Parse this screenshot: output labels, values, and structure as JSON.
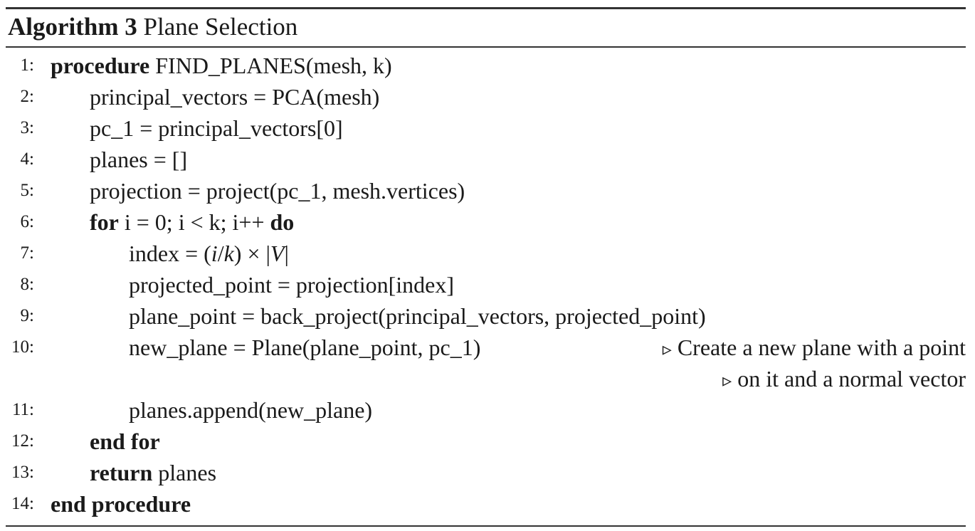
{
  "caption": {
    "label": "Algorithm 3",
    "title": "Plane Selection"
  },
  "lines": [
    {
      "num": "1:",
      "kw1": "procedure",
      "text": " FIND_PLANES(mesh, k)"
    },
    {
      "num": "2:",
      "text": "principal_vectors = PCA(mesh)"
    },
    {
      "num": "3:",
      "text": "pc_1 = principal_vectors[0]"
    },
    {
      "num": "4:",
      "text": "planes = []"
    },
    {
      "num": "5:",
      "text": "projection = project(pc_1, mesh.vertices)"
    },
    {
      "num": "6:",
      "kw1": "for",
      "text": " i = 0; i < k; i++ ",
      "kw2": "do"
    },
    {
      "num": "7:",
      "text_a": "index = (",
      "math_a": "i",
      "text_b": "/",
      "math_b": "k",
      "text_c": ") × |",
      "math_c": "V",
      "text_d": "|"
    },
    {
      "num": "8:",
      "text": "projected_point = projection[index]"
    },
    {
      "num": "9:",
      "text": "plane_point = back_project(principal_vectors, projected_point)"
    },
    {
      "num": "10:",
      "text": "new_plane = Plane(plane_point, pc_1)",
      "comment": "Create a new plane with a point",
      "comment2": "on it and a normal vector"
    },
    {
      "num": "11:",
      "text": "planes.append(new_plane)"
    },
    {
      "num": "12:",
      "kw1": "end for"
    },
    {
      "num": "13:",
      "kw1": "return",
      "text": " planes"
    },
    {
      "num": "14:",
      "kw1": "end procedure"
    }
  ],
  "icons": {
    "comment_marker": "triangle-right-outline-icon",
    "comment_glyph": "▹"
  }
}
